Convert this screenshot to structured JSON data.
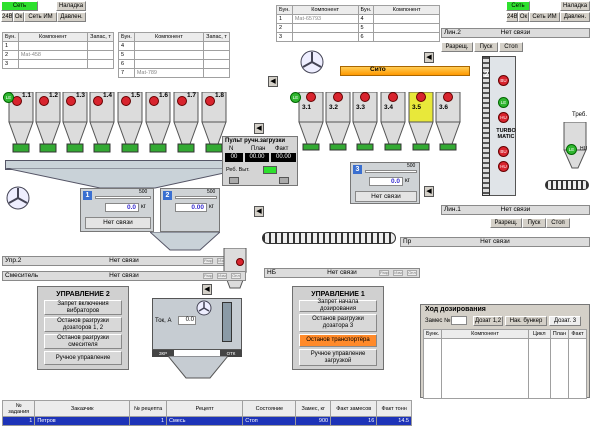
{
  "topleft": {
    "net": "Сеть",
    "setup": "Наладка",
    "v24": "24В",
    "ok": "Ок",
    "net_im": "Сеть ИМ",
    "pressure": "Давлен."
  },
  "topright": {
    "net": "Сеть",
    "setup": "Наладка",
    "v24": "24В",
    "ok": "Ок",
    "net_im": "Сеть ИМ",
    "pressure": "Давлен."
  },
  "table1": {
    "cols": [
      "Бун.",
      "Компонент",
      "Запас, т"
    ],
    "rows": [
      [
        "1",
        "",
        ""
      ],
      [
        "2",
        "Mat-458",
        ""
      ],
      [
        "3",
        "",
        ""
      ]
    ]
  },
  "table2": {
    "cols": [
      "Бун.",
      "Компонент",
      "Запас, т"
    ],
    "rows": [
      [
        "4",
        "",
        ""
      ],
      [
        "5",
        "",
        ""
      ],
      [
        "6",
        "",
        ""
      ],
      [
        "7",
        "Mat-789",
        ""
      ]
    ]
  },
  "table3": {
    "cols": [
      "Бун.",
      "Компонент",
      "Бун.",
      "Компонент"
    ],
    "rows": [
      [
        "1",
        "Mat-65793",
        "4",
        ""
      ],
      [
        "2",
        "",
        "5",
        ""
      ],
      [
        "3",
        "",
        "6",
        ""
      ]
    ]
  },
  "silos_left": [
    "1.1",
    "1.2",
    "1.3",
    "1.4",
    "1.5",
    "1.6",
    "1.7",
    "1.8"
  ],
  "silos_right": [
    "3.1",
    "3.2",
    "3.3",
    "3.4",
    "3.5",
    "3.6"
  ],
  "lamps": {
    "le": "LE",
    "bu": "BU",
    "hu": "HU"
  },
  "silo_label": "Сито",
  "turbomatic": "TURBO MATIC",
  "treb": "Треб.",
  "line2": {
    "label": "Лин.2",
    "value": "Нет связи"
  },
  "line1": {
    "label": "Лин.1",
    "value": "Нет связи"
  },
  "right_buttons_top": [
    "Разрещ.",
    "Пуск",
    "Стоп"
  ],
  "right_buttons_bottom": [
    "Разрещ.",
    "Пуск",
    "Стоп"
  ],
  "remote": {
    "title": "Пульт ручн.загрузки",
    "cols": [
      "N",
      "План",
      "Факт"
    ],
    "vals": [
      "00",
      "00.00",
      "00.00"
    ],
    "reb": "Реб. Выт."
  },
  "scale1": {
    "num": "1",
    "max": "500",
    "val": "0.0",
    "unit": "кг",
    "status": "Нет связи"
  },
  "scale2": {
    "num": "2",
    "max": "500",
    "val": "0.00",
    "unit": "кг"
  },
  "scale3": {
    "num": "3",
    "max": "500",
    "val": "0.0",
    "unit": "кг",
    "status": "Нет связи"
  },
  "upr2": {
    "label": "Упр.2",
    "value": "Нет связи",
    "btns": [
      "Разр",
      "Изм",
      "Опл"
    ]
  },
  "pr": {
    "label": "Пр",
    "value": "Нет связи"
  },
  "mixer_bar": {
    "label": "Смеситель",
    "value": "Нет связи",
    "btns": [
      "Разр",
      "Изм",
      "Опл"
    ]
  },
  "nb": {
    "label": "НБ",
    "value": "Нет связи",
    "btns": [
      "Разр",
      "Изм",
      "Опл"
    ]
  },
  "mixer": {
    "tok": "Ток, А",
    "tok_val": "0.0",
    "left": "ЗКР",
    "right": "ОТК"
  },
  "control2": {
    "title": "УПРАВЛЕНИЕ 2",
    "buttons": [
      "Запрет включения вибраторов",
      "Останов разгрузки дозаторов 1, 2",
      "Останов разгрузки смесителя",
      "Ручное управление"
    ]
  },
  "control1": {
    "title": "УПРАВЛЕНИЕ 1",
    "buttons": [
      "Запрет начала дозирования",
      "Останов разгрузки дозатора 3",
      "Останов транспортёра",
      "Ручное управление загрузкой"
    ]
  },
  "progress": {
    "title": "Ход дозирования",
    "zames_label": "Замес №",
    "tabs": [
      "Дозат 1,2",
      "Нак. бункер",
      "Дозат. 3"
    ],
    "cols": [
      "Бунк.",
      "Компонент",
      "Цикл",
      "План",
      "Факт"
    ]
  },
  "orders": {
    "cols": [
      "№ задания",
      "Заказчик",
      "№ рецепта",
      "Рецепт",
      "Состояние",
      "Замес, кг",
      "Факт замесов",
      "Факт тонн"
    ],
    "row": [
      "1",
      "Петров",
      "1",
      "Смесь",
      "Стоп",
      "900",
      "16",
      "14.5"
    ]
  },
  "colors": {
    "green": "#2ee02e",
    "red": "#d8242e",
    "orange": "#ff8a2a",
    "silo": "#dcdcdc",
    "yellow": "#e8e83a"
  }
}
